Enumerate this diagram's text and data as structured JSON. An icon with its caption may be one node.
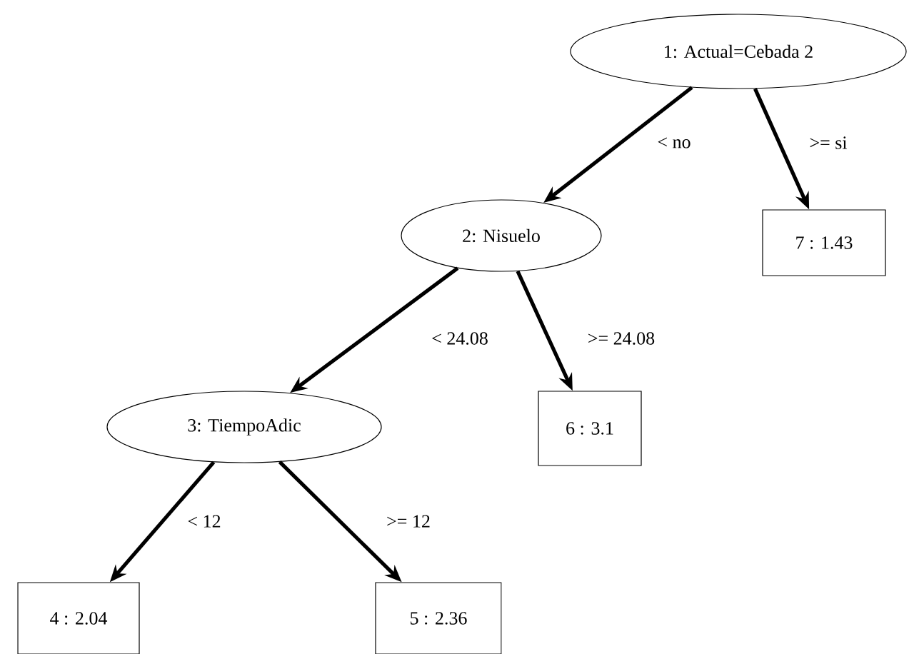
{
  "diagram": {
    "nodes": [
      {
        "text": [
          "1: Actual=Cebada 2"
        ]
      },
      {
        "text": [
          "2: Nisuelo"
        ]
      },
      {
        "text": [
          "7 : 1.43"
        ]
      },
      {
        "text": [
          "3: TiempoAdic"
        ]
      },
      {
        "text": [
          "6 : 3.1"
        ]
      },
      {
        "text": [
          "4 : 2.04"
        ]
      },
      {
        "text": [
          "5 : 2.36"
        ]
      }
    ],
    "edges": [
      {
        "from": 0,
        "to": 1,
        "arrow": "to",
        "label": "< no"
      },
      {
        "from": 0,
        "to": 2,
        "arrow": "to",
        "label": ">= si"
      },
      {
        "from": 1,
        "to": 3,
        "arrow": "to",
        "label": "< 24.08"
      },
      {
        "from": 1,
        "to": 4,
        "arrow": "to",
        "label": ">= 24.08"
      },
      {
        "from": 3,
        "to": 5,
        "arrow": "to",
        "label": "< 12"
      },
      {
        "from": 3,
        "to": 6,
        "arrow": "to",
        "label": ">= 12"
      }
    ]
  }
}
